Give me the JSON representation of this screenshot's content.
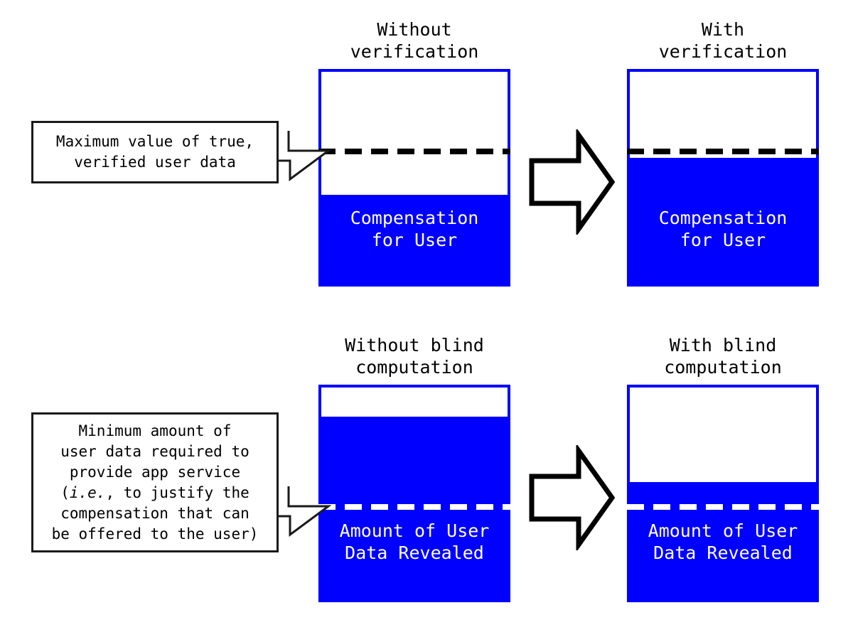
{
  "figure": {
    "background_color": "#ffffff",
    "accent_color": "#0000ff",
    "line_color": "#000000",
    "white": "#ffffff"
  },
  "rows": [
    {
      "id": "compensation-row",
      "callout": {
        "text": "Maximum value of true,\nverified user data",
        "points_to": "maximum-value-threshold-line"
      },
      "panels": [
        {
          "id": "without-verification",
          "title": "Without\nverification",
          "bar_label": "Compensation\nfor User",
          "fill_fraction": 0.41,
          "threshold_fraction": 0.62,
          "threshold_color": "#000000"
        },
        {
          "id": "with-verification",
          "title": "With\nverification",
          "bar_label": "Compensation\nfor User",
          "fill_fraction": 0.58,
          "threshold_fraction": 0.58,
          "threshold_color": "#000000"
        }
      ],
      "arrow": "right-block-arrow"
    },
    {
      "id": "data-revealed-row",
      "callout": {
        "text_parts": [
          "Minimum amount of\nuser data required to\nprovide app service\n(",
          "i.e.",
          ", to justify the\ncompensation that can\nbe offered to the user)"
        ],
        "points_to": "minimum-data-threshold-line"
      },
      "panels": [
        {
          "id": "without-blind-computation",
          "title": "Without blind\ncomputation",
          "bar_label": "Amount of User\nData Revealed",
          "fill_fraction": 0.84,
          "threshold_fraction": 0.44,
          "threshold_color": "#ffffff"
        },
        {
          "id": "with-blind-computation",
          "title": "With blind\ncomputation",
          "bar_label": "Amount of User\nData Revealed",
          "fill_fraction": 0.54,
          "threshold_fraction": 0.44,
          "threshold_color": "#ffffff"
        }
      ],
      "arrow": "right-block-arrow"
    }
  ]
}
